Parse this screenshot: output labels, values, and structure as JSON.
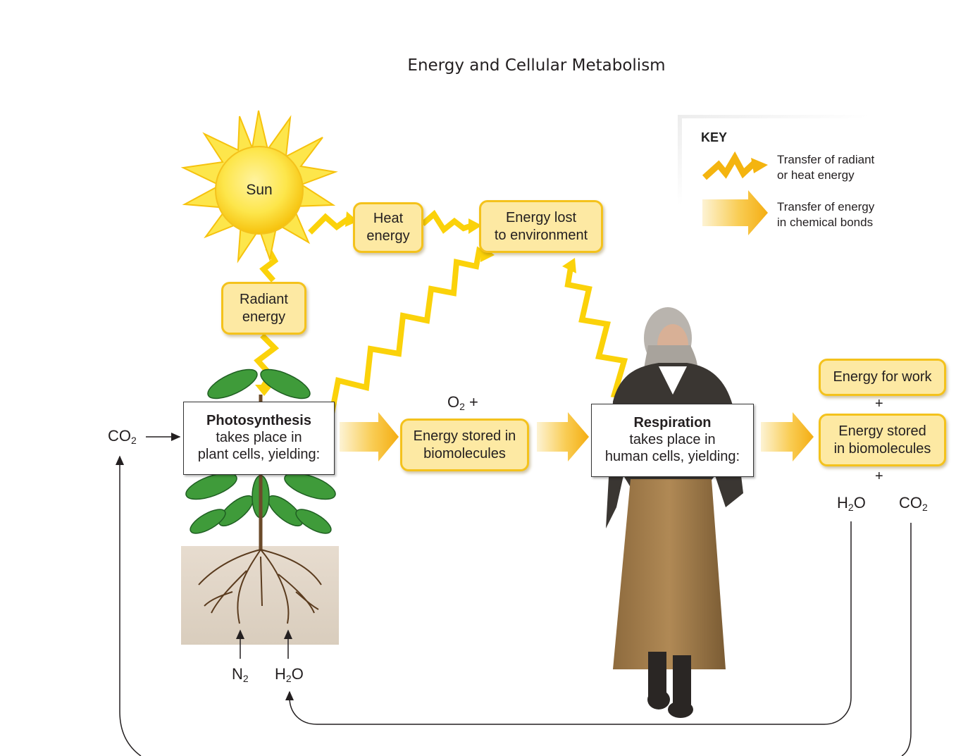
{
  "title": "Energy and Cellular Metabolism",
  "sun": {
    "label": "Sun"
  },
  "boxes": {
    "heat": [
      "Heat",
      "energy"
    ],
    "lost": [
      "Energy lost",
      "to environment"
    ],
    "radiant": [
      "Radiant",
      "energy"
    ],
    "stored_mid": [
      "Energy stored in",
      "biomolecules"
    ],
    "work": "Energy for work",
    "stored_right": [
      "Energy stored",
      "in biomolecules"
    ]
  },
  "photosynthesis": {
    "heading": "Photosynthesis",
    "line1": "takes place in",
    "line2": "plant cells, yielding:"
  },
  "respiration": {
    "heading": "Respiration",
    "line1": "takes place in",
    "line2": "human cells, yielding:"
  },
  "molecules": {
    "co2_left": {
      "base": "CO",
      "sub": "2"
    },
    "o2": {
      "base": "O",
      "sub": "2",
      "suffix": " +"
    },
    "n2": {
      "base": "N",
      "sub": "2"
    },
    "h2o_bottom": {
      "base": "H",
      "sub": "2",
      "suffix": "O"
    },
    "h2o_right": {
      "base": "H",
      "sub": "2",
      "suffix": "O"
    },
    "co2_right": {
      "base": "CO",
      "sub": "2"
    }
  },
  "plus_signs": [
    "+",
    "+"
  ],
  "key": {
    "title": "KEY",
    "radiant_line1": "Transfer of radiant",
    "radiant_line2": "or heat energy",
    "chemical_line1": "Transfer of energy",
    "chemical_line2": "in chemical bonds"
  },
  "colors": {
    "yellow_box": "#fde9a3",
    "yellow_border": "#f4c21c",
    "arrow_gold": "#f7b718",
    "zigzag": "#fbd20a"
  }
}
